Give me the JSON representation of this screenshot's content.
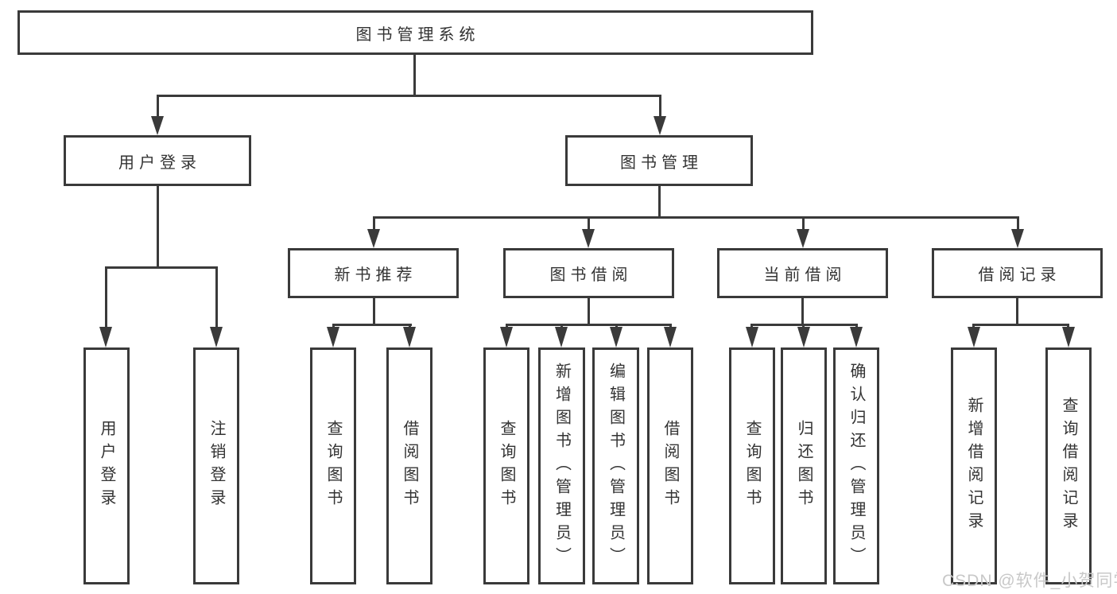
{
  "diagram": {
    "root": {
      "label": "图书管理系统"
    },
    "level2": [
      {
        "label": "用户登录"
      },
      {
        "label": "图书管理"
      }
    ],
    "level3": [
      {
        "label": "新书推荐"
      },
      {
        "label": "图书借阅"
      },
      {
        "label": "当前借阅"
      },
      {
        "label": "借阅记录"
      }
    ],
    "leaves": [
      {
        "label": "用户登录"
      },
      {
        "label": "注销登录"
      },
      {
        "label": "查询图书"
      },
      {
        "label": "借阅图书"
      },
      {
        "label": "查询图书"
      },
      {
        "label": "新增图书（管理员）"
      },
      {
        "label": "编辑图书（管理员）"
      },
      {
        "label": "借阅图书"
      },
      {
        "label": "查询图书"
      },
      {
        "label": "归还图书"
      },
      {
        "label": "确认归还（管理员）"
      },
      {
        "label": "新增借阅记录"
      },
      {
        "label": "查询借阅记录"
      }
    ]
  },
  "watermark": {
    "text": "CSDN @软件_小贺同学"
  },
  "colors": {
    "line": "#3a3a3a",
    "text": "#333333",
    "watermark": "#c8c8c8",
    "background": "#ffffff"
  }
}
